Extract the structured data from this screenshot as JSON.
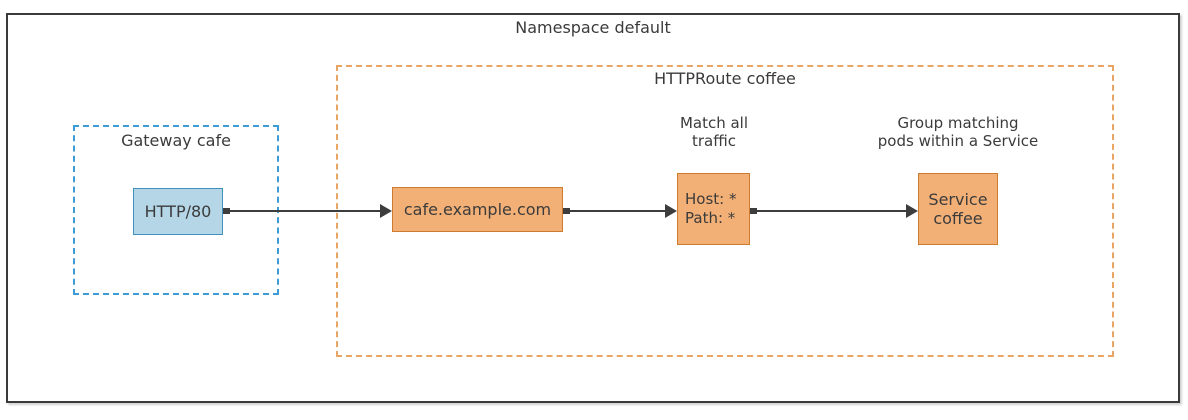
{
  "diagram": {
    "namespace": {
      "label": "Namespace default"
    },
    "gateway": {
      "label": "Gateway cafe",
      "listener_node": {
        "label": "HTTP/80"
      }
    },
    "httproute": {
      "label": "HTTPRoute coffee",
      "hostname_node": {
        "label": "cafe.example.com"
      },
      "match_annotation": {
        "lines": [
          "Match all",
          "traffic"
        ]
      },
      "match_node": {
        "lines": [
          "Host: *",
          "Path: *"
        ]
      },
      "service_annotation": {
        "lines": [
          "Group matching",
          "pods within a Service"
        ]
      },
      "service_node": {
        "lines": [
          "Service",
          "coffee"
        ]
      }
    },
    "colors": {
      "canvas_bg": "#ffffff",
      "outer_border": "#3a3a3a",
      "text": "#3b3b3b",
      "gateway_dashed_border": "#3d9bd5",
      "listener_fill": "#b4d6e6",
      "listener_border": "#4191bd",
      "httproute_dashed_border": "#e9a564",
      "node_fill": "#f2b077",
      "node_border": "#cd7b2f",
      "arrow": "#3d3d3d"
    }
  }
}
